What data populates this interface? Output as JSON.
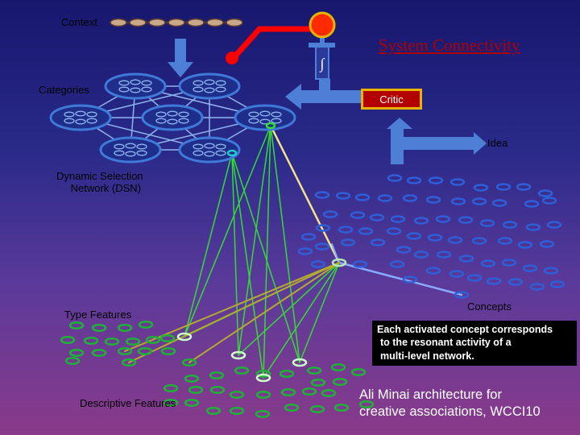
{
  "labels": {
    "context": "Context",
    "categories": "Categories",
    "dsn_line1": "Dynamic Selection",
    "dsn_line2": "Network (DSN)",
    "type_features": "Type Features",
    "descriptive_features": "Descriptive Features",
    "concepts": "Concepts",
    "idea": "Idea",
    "critic": "Critic",
    "integral_symbol": "∫"
  },
  "title": "System Connectivity",
  "note": {
    "line1": "Each activated concept corresponds",
    "line2": "to the resonant activity of a",
    "line3": "multi-level network."
  },
  "credit": {
    "line1": "Ali Minai architecture for",
    "line2": "creative associations, WCCI10"
  },
  "colors": {
    "background_top": "#17176e",
    "background_bottom": "#8a3a8a",
    "arrow_fill": "#4d7fd6",
    "category_node": "#3f7ad8",
    "category_edge": "#8fb4ee",
    "critic_fill": "#b30000",
    "critic_border": "#e8b400",
    "critic_node": "#ff2a00",
    "red_link": "#ff0000",
    "concept_node": "#2f5fd8",
    "feature_node": "#1fb03a",
    "green_link": "#33dd33",
    "yellow_link": "#f2e58a",
    "olive_link": "#b5aa30",
    "light_blue_link": "#88aaff",
    "title_color": "#b00000",
    "note_box": "#000000"
  },
  "icons": [
    "down-arrow-icon",
    "left-arrow-icon",
    "right-arrow-icon",
    "integral-icon",
    "critic-node-icon"
  ]
}
